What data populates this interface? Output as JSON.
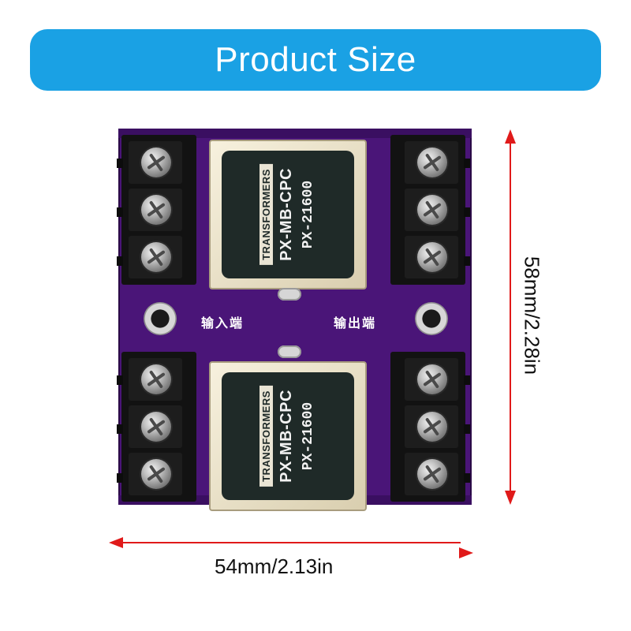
{
  "header": {
    "title": "Product Size"
  },
  "product": {
    "transformers": [
      {
        "brand": "TRANSFORMERS",
        "model": "PX-MB-CPC",
        "part": "PX-21600"
      },
      {
        "brand": "TRANSFORMERS",
        "model": "PX-MB-CPC",
        "part": "PX-21600"
      }
    ],
    "labels": {
      "input": "输入端",
      "output": "输出端"
    }
  },
  "dimensions": {
    "height": "58mm/2.28in",
    "width": "54mm/2.13in"
  },
  "colors": {
    "banner": "#1aa1e4",
    "pcb": "#4a1578",
    "arrow": "#e01a1a"
  }
}
